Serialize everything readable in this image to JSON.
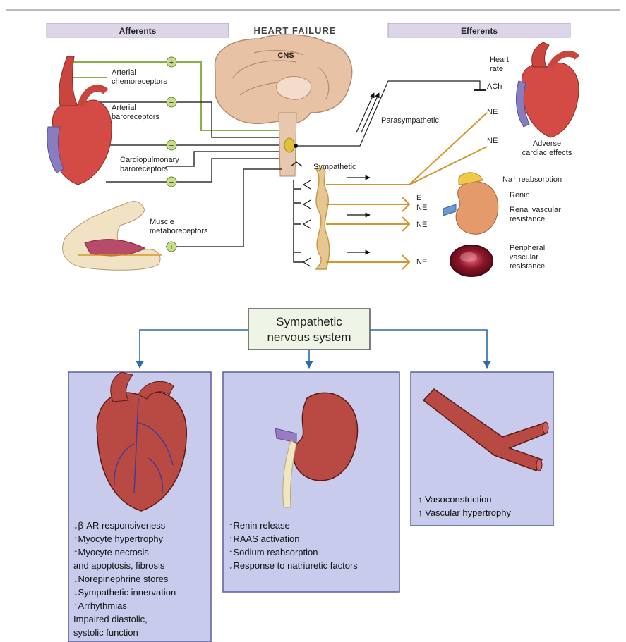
{
  "top": {
    "title": "HEART FAILURE",
    "afferents_header": "Afferents",
    "efferents_header": "Efferents",
    "cns_label": "CNS",
    "afferents": {
      "chemo": [
        "Arterial",
        "chemoreceptors"
      ],
      "baro": [
        "Arterial",
        "baroreceptors"
      ],
      "cardio": [
        "Cardiopulmonary",
        "baroreceptors"
      ],
      "muscle": [
        "Muscle",
        "metaboreceptors"
      ]
    },
    "parasympathetic_label": "Parasympathetic",
    "sympathetic_label": "Sympathetic",
    "heart_rate": [
      "Heart",
      "rate"
    ],
    "ach": "ACh",
    "ne": "NE",
    "e": "E",
    "adverse": [
      "Adverse",
      "cardiac effects"
    ],
    "na_reabsorption": "Na⁺ reabsorption",
    "renin": "Renin",
    "renal": [
      "Renal vascular",
      "resistance"
    ],
    "peripheral": [
      "Peripheral",
      "vascular",
      "resistance"
    ]
  },
  "bottom": {
    "sns_title": [
      "Sympathetic",
      "nervous system"
    ],
    "heart_effects": [
      "↓β-AR responsiveness",
      "↑Myocyte hypertrophy",
      "↑Myocyte necrosis",
      "  and apoptosis, fibrosis",
      "↓Norepinephrine stores",
      "↓Sympathetic innervation",
      "↑Arrhythmias",
      " Impaired diastolic,",
      " systolic function"
    ],
    "kidney_effects": [
      "↑Renin release",
      "↑RAAS activation",
      "↑Sodium reabsorption",
      "↓Response to natriuretic factors"
    ],
    "vessel_effects": [
      "↑ Vasoconstriction",
      "↑ Vascular hypertrophy"
    ]
  },
  "colors": {
    "afferent_line": "#8ab04a",
    "efferent_line": "#d4962a",
    "node_fill": "#c7dc8c",
    "header_fill": "#dcd6e8",
    "box_fill": "#c9cbec",
    "box_border": "#5a5f9a",
    "arrow_blue": "#2e6aa8",
    "sns_fill": "#eef4e6",
    "heart_red": "#c9463f",
    "organ_red": "#b84a43"
  }
}
